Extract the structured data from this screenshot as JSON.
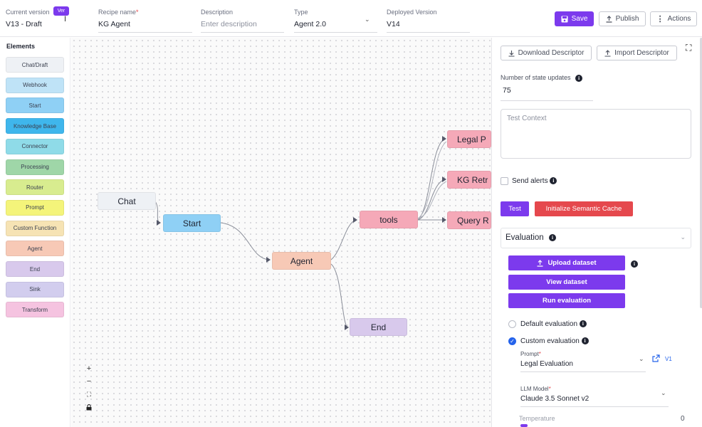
{
  "header": {
    "current_version_label": "Current version",
    "current_version_value": "V13 - Draft",
    "version_badge": "Ver",
    "recipe_name_label": "Recipe name",
    "recipe_name_value": "KG Agent",
    "description_label": "Description",
    "description_placeholder": "Enter description",
    "type_label": "Type",
    "type_value": "Agent 2.0",
    "deployed_version_label": "Deployed Version",
    "deployed_version_value": "V14",
    "save_label": "Save",
    "publish_label": "Publish",
    "actions_label": "Actions"
  },
  "palette": {
    "title": "Elements",
    "items": [
      {
        "label": "Chat/Draft",
        "color": "#eef1f5"
      },
      {
        "label": "Webhook",
        "color": "#bfe3f7"
      },
      {
        "label": "Start",
        "color": "#8fd0f5"
      },
      {
        "label": "Knowledge Base",
        "color": "#3fb6ec"
      },
      {
        "label": "Connector",
        "color": "#8fdbe8"
      },
      {
        "label": "Processing",
        "color": "#9fd6a8"
      },
      {
        "label": "Router",
        "color": "#d8ec8f"
      },
      {
        "label": "Prompt",
        "color": "#f4f47a"
      },
      {
        "label": "Custom Function",
        "color": "#f6e3b4"
      },
      {
        "label": "Agent",
        "color": "#f7c9b6"
      },
      {
        "label": "End",
        "color": "#d8c9ec"
      },
      {
        "label": "Sink",
        "color": "#d2cdee"
      },
      {
        "label": "Transform",
        "color": "#f5c3e0"
      }
    ]
  },
  "canvas": {
    "nodes": {
      "chat": "Chat",
      "start": "Start",
      "agent": "Agent",
      "tools": "tools",
      "end": "End",
      "legal": "Legal P",
      "kg": "KG Retr",
      "query": "Query R"
    },
    "controls": {
      "zoom_in": "+",
      "zoom_out": "−",
      "fit": "⛶",
      "lock": "🔒"
    }
  },
  "panel": {
    "download_label": "Download Descriptor",
    "import_label": "Import Descriptor",
    "state_updates_label": "Number of state updates",
    "state_updates_value": "75",
    "test_context_placeholder": "Test Context",
    "send_alerts_label": "Send alerts",
    "test_label": "Test",
    "init_cache_label": "Initialize Semantic Cache",
    "evaluation_title": "Evaluation",
    "upload_dataset_label": "Upload dataset",
    "view_dataset_label": "View dataset",
    "run_evaluation_label": "Run evaluation",
    "default_eval_label": "Default evaluation",
    "custom_eval_label": "Custom evaluation",
    "prompt_label": "Prompt",
    "prompt_value": "Legal Evaluation",
    "prompt_version": "V1",
    "llm_label": "LLM Model",
    "llm_value": "Claude 3.5 Sonnet v2",
    "temperature_label": "Temperature",
    "temperature_value": "0"
  },
  "colors": {
    "accent": "#7c3aed",
    "danger": "#e5484d",
    "node_start": "#8fd0f5",
    "node_agent": "#f7c9b6",
    "node_tool": "#f5a9b8",
    "node_end": "#d8c9ec",
    "node_chat": "#eef1f5"
  }
}
